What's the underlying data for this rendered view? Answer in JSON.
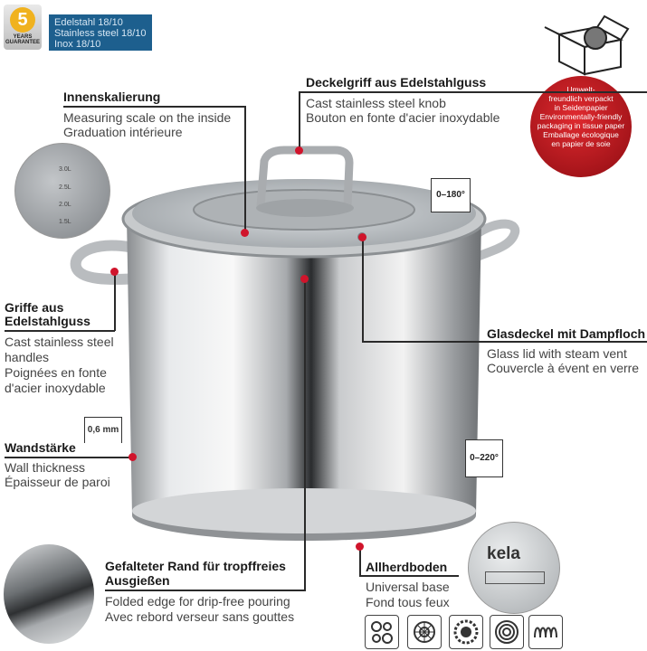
{
  "warranty": {
    "years": "5",
    "text1": "YEARS",
    "text2": "GUARANTEE"
  },
  "material": {
    "line1": "Edelstahl 18/10",
    "line2": "Stainless steel 18/10",
    "line3": "Inox 18/10"
  },
  "eco": {
    "line1": "Umwelt-",
    "line2": "freundlich verpackt",
    "line3": "in Seidenpapier",
    "line4": "Environmentally-friendly",
    "line5": "packaging in tissue paper",
    "line6": "Emballage écologique",
    "line7": "en papier de soie"
  },
  "scale": {
    "title": "Innenskalierung",
    "line1": "Measuring scale on the inside",
    "line2": "Graduation intérieure",
    "marks": [
      "3.0L",
      "2.5L",
      "2.0L",
      "1.5L"
    ]
  },
  "knob": {
    "title": "Deckelgriff aus Edelstahlguss",
    "line1": "Cast stainless steel knob",
    "line2": "Bouton en fonte d'acier inoxydable"
  },
  "lid_temp": "0–180°",
  "base_temp": "0–220°",
  "handles": {
    "title1": "Griffe aus",
    "title2": "Edelstahlguss",
    "line1": "Cast stainless steel",
    "line2": "handles",
    "line3": "Poignées en fonte",
    "line4": "d'acier inoxydable"
  },
  "lid": {
    "title": "Glasdeckel mit Dampfloch",
    "line1": "Glass lid with steam vent",
    "line2": "Couvercle à évent en verre"
  },
  "wall": {
    "title": "Wandstärke",
    "thickness": "0,6 mm",
    "line1": "Wall thickness",
    "line2": "Épaisseur de paroi"
  },
  "rim": {
    "title1": "Gefalteter Rand für tropffreies",
    "title2": "Ausgießen",
    "line1": "Folded edge for drip-free pouring",
    "line2": "Avec rebord verseur sans gouttes"
  },
  "base": {
    "title": "Allherdboden",
    "line1": "Universal base",
    "line2": "Fond tous feux",
    "brand": "kela"
  },
  "colors": {
    "accent": "#d0142b",
    "material_bg": "#1d5f8e",
    "eco_bg": "#b5121b"
  },
  "stove_icons": [
    "ceramic-hob-icon",
    "gas-icon",
    "electric-icon",
    "halogen-icon",
    "induction-icon"
  ]
}
